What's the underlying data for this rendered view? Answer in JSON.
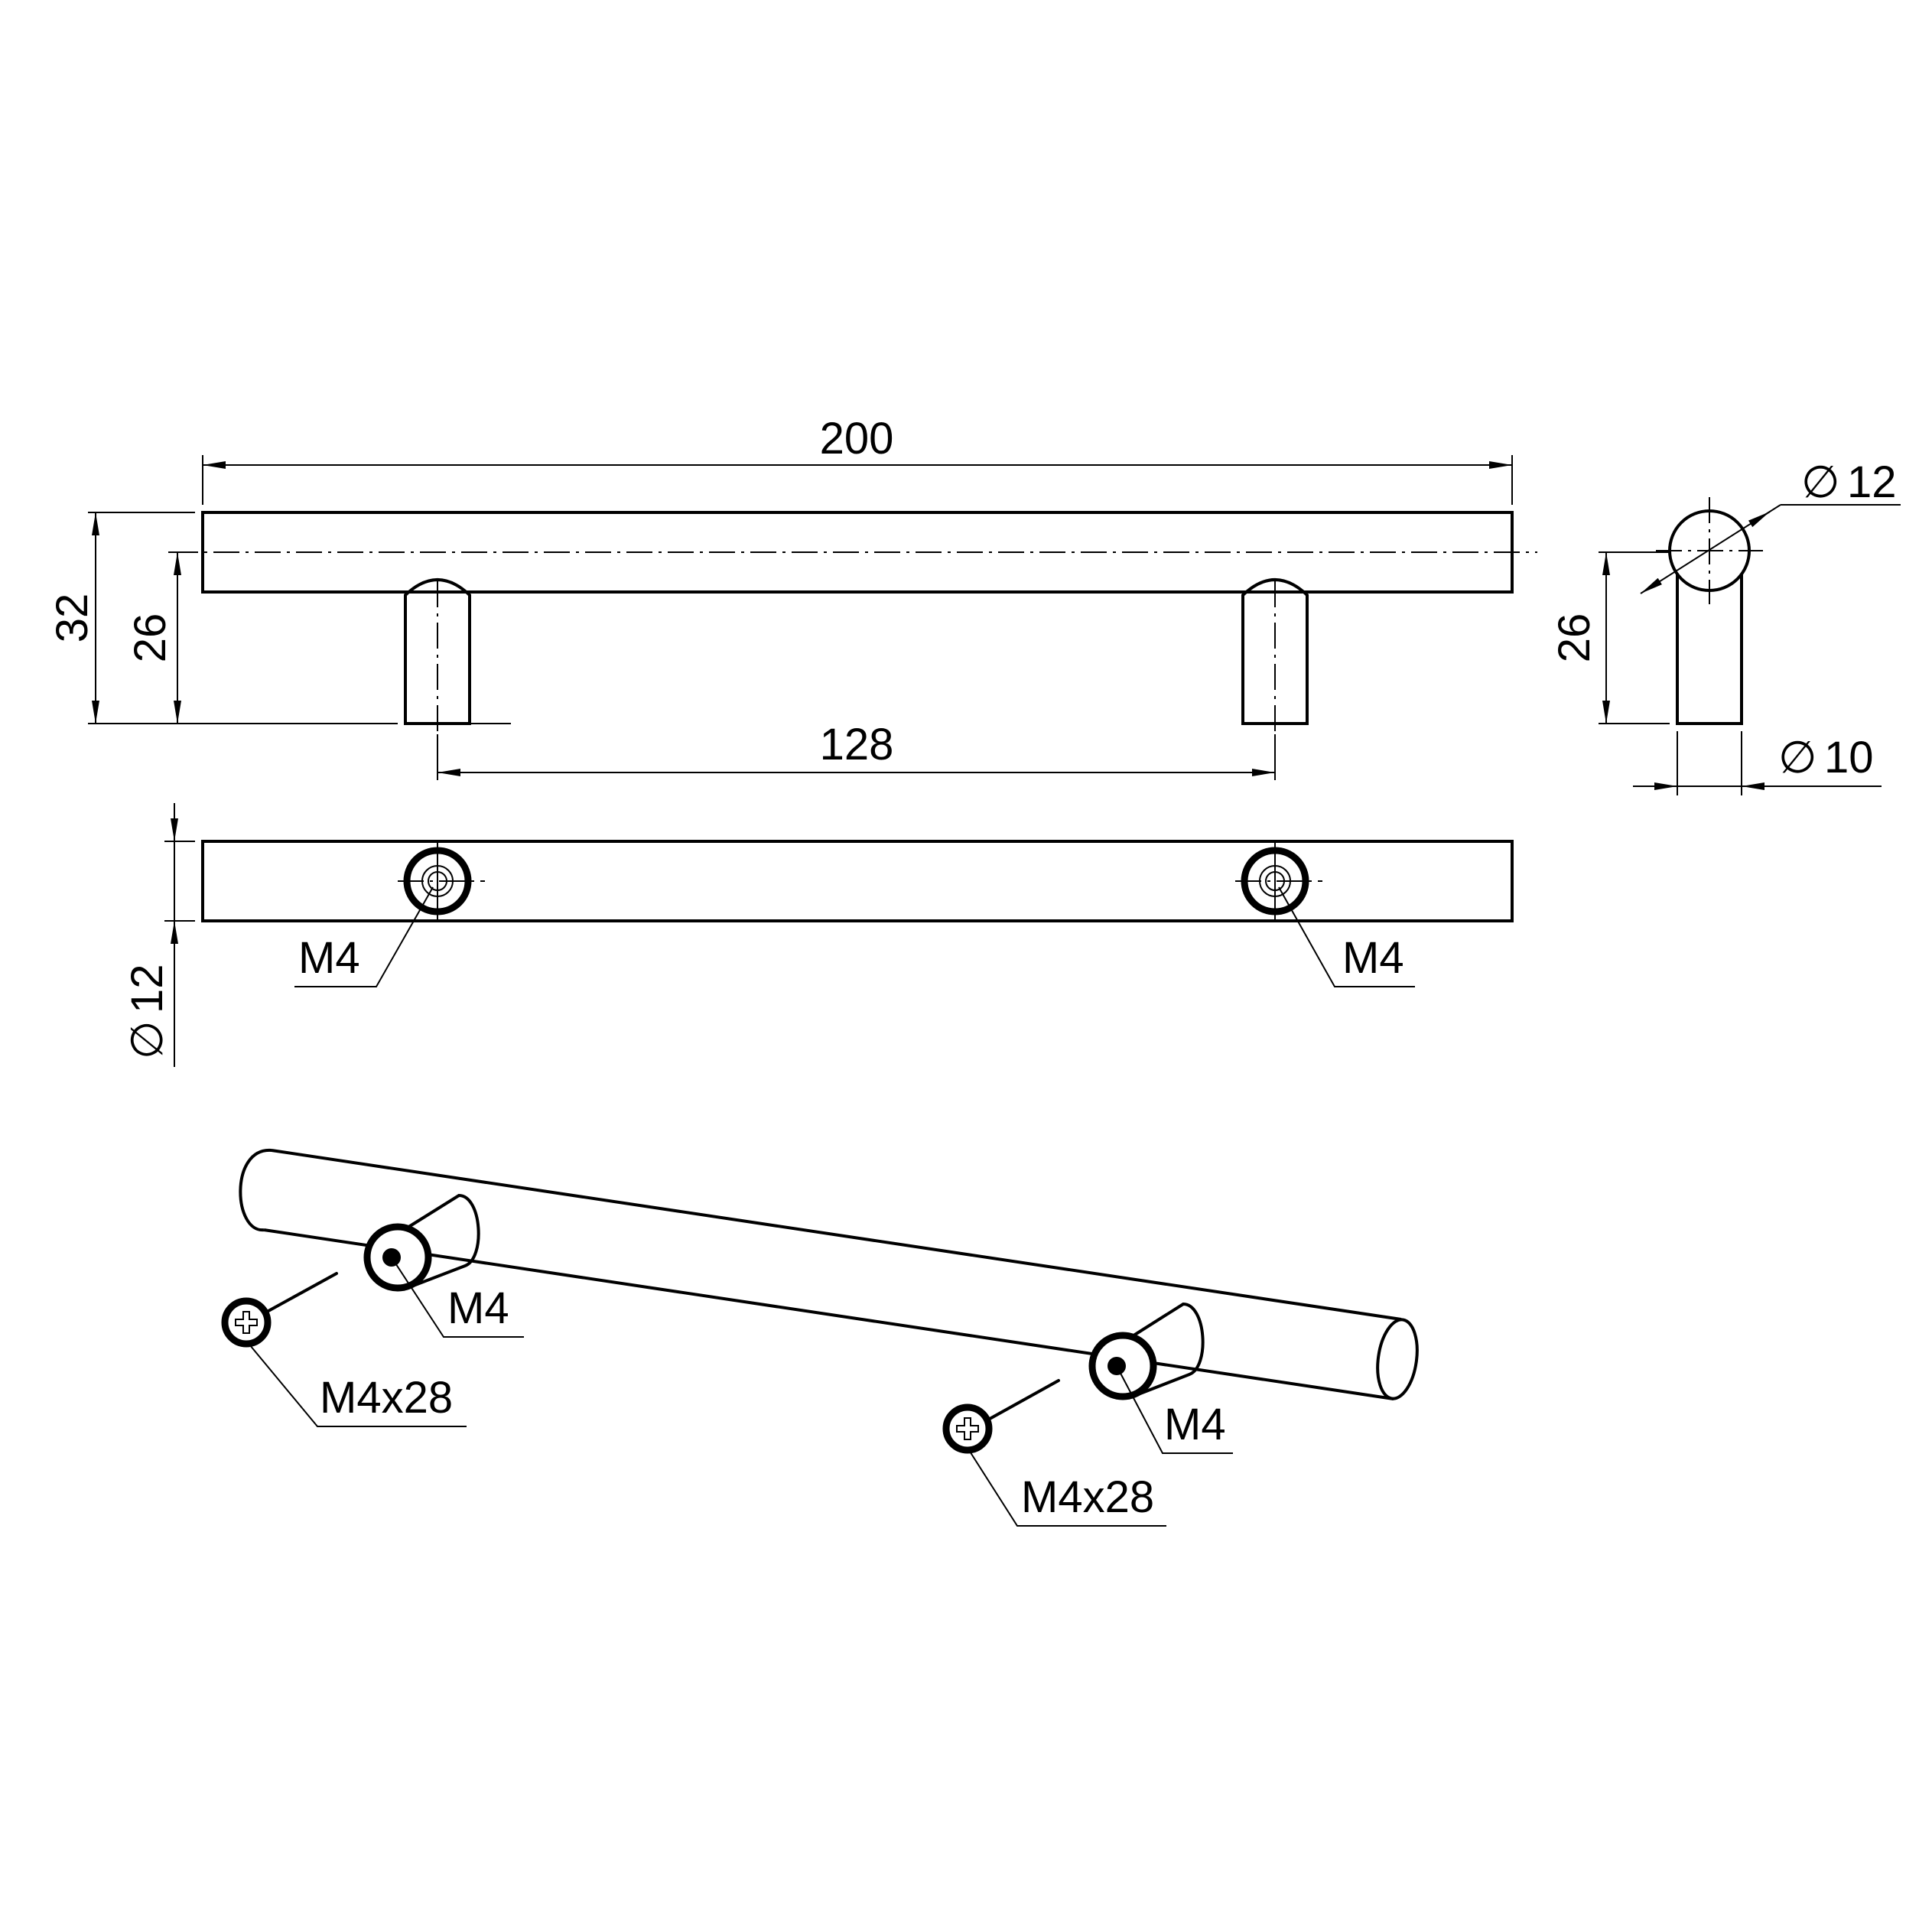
{
  "front_view": {
    "length": "200",
    "height": "32",
    "leg_height": "26",
    "hole_spacing": "128"
  },
  "side_view": {
    "bar_diameter": "12",
    "leg_height": "26",
    "leg_diameter": "10",
    "diameter_symbol": "∅"
  },
  "top_view": {
    "bar_diameter": "12",
    "thread_left": "M4",
    "thread_right": "M4"
  },
  "iso_view": {
    "thread_left": "M4",
    "screw_left": "M4x28",
    "thread_right": "M4",
    "screw_right": "M4x28"
  }
}
